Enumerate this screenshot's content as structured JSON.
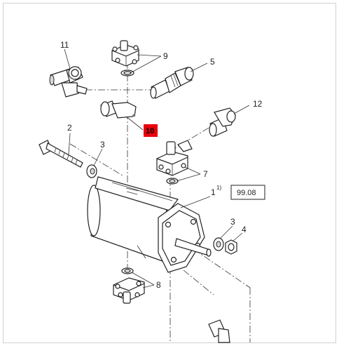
{
  "callouts": {
    "c11": "11",
    "c9": "9",
    "c5": "5",
    "c12": "12",
    "c10": "10",
    "c2": "2",
    "c3a": "3",
    "c7": "7",
    "c1": "1",
    "c1_sup": "1)",
    "c3b": "3",
    "c4": "4",
    "c8": "8"
  },
  "reference_box": "99.08",
  "colors": {
    "highlight": "#e8000d",
    "line": "#222222",
    "frame_border": "#d0d0d0"
  }
}
